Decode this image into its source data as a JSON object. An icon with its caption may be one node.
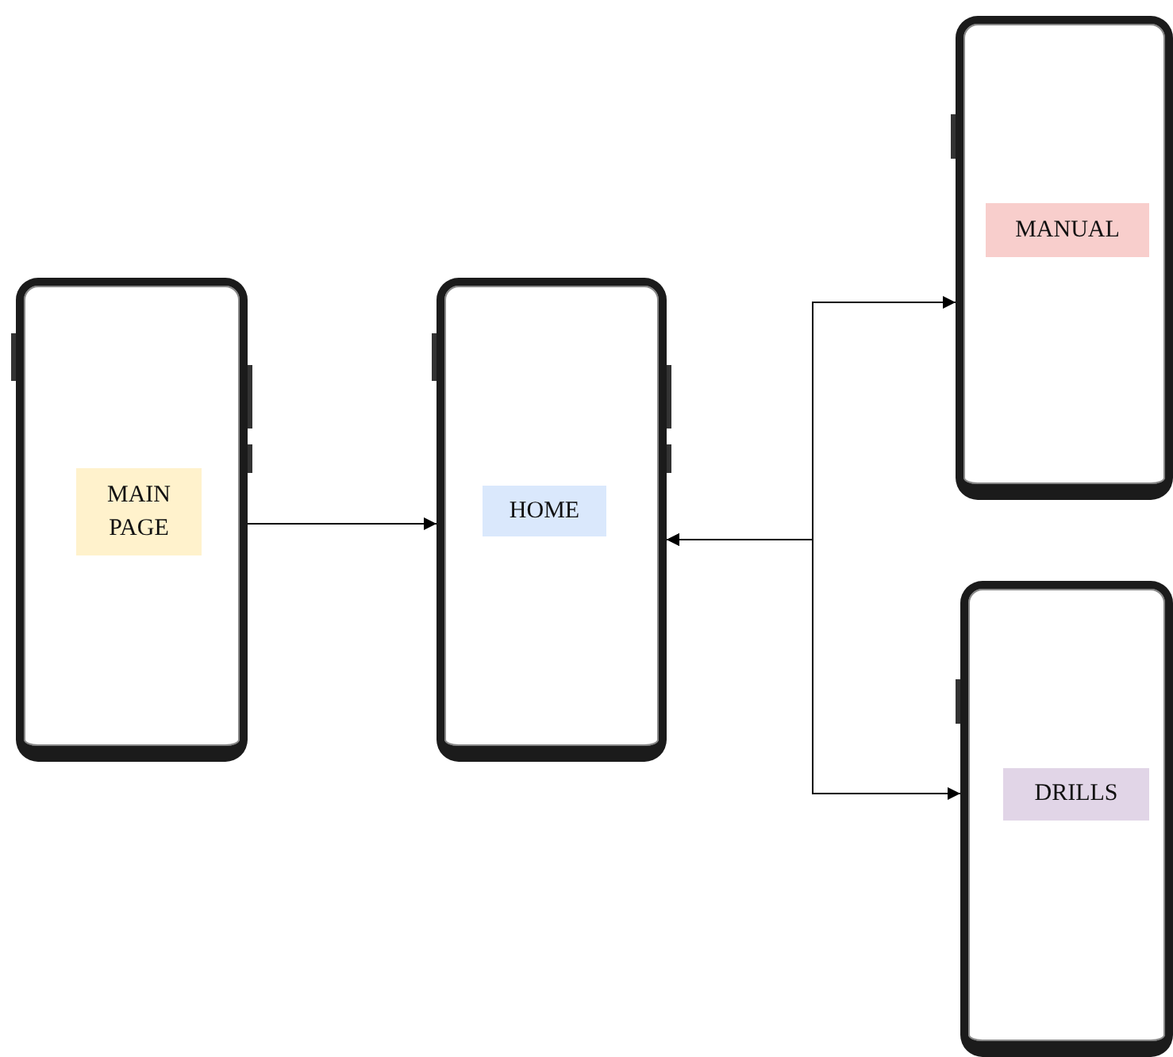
{
  "diagram": {
    "nodes": [
      {
        "text": [
          "MAIN PAGE"
        ]
      },
      {
        "text": [
          "HOME"
        ]
      },
      {
        "text": [
          "MANUAL"
        ]
      },
      {
        "text": [
          "DRILLS"
        ]
      }
    ],
    "edges": [
      {
        "from": 0,
        "to": 1,
        "arrow": "to"
      },
      {
        "from": 1,
        "to": 2,
        "arrow": "both"
      },
      {
        "from": 1,
        "to": 3,
        "arrow": "both"
      }
    ]
  }
}
